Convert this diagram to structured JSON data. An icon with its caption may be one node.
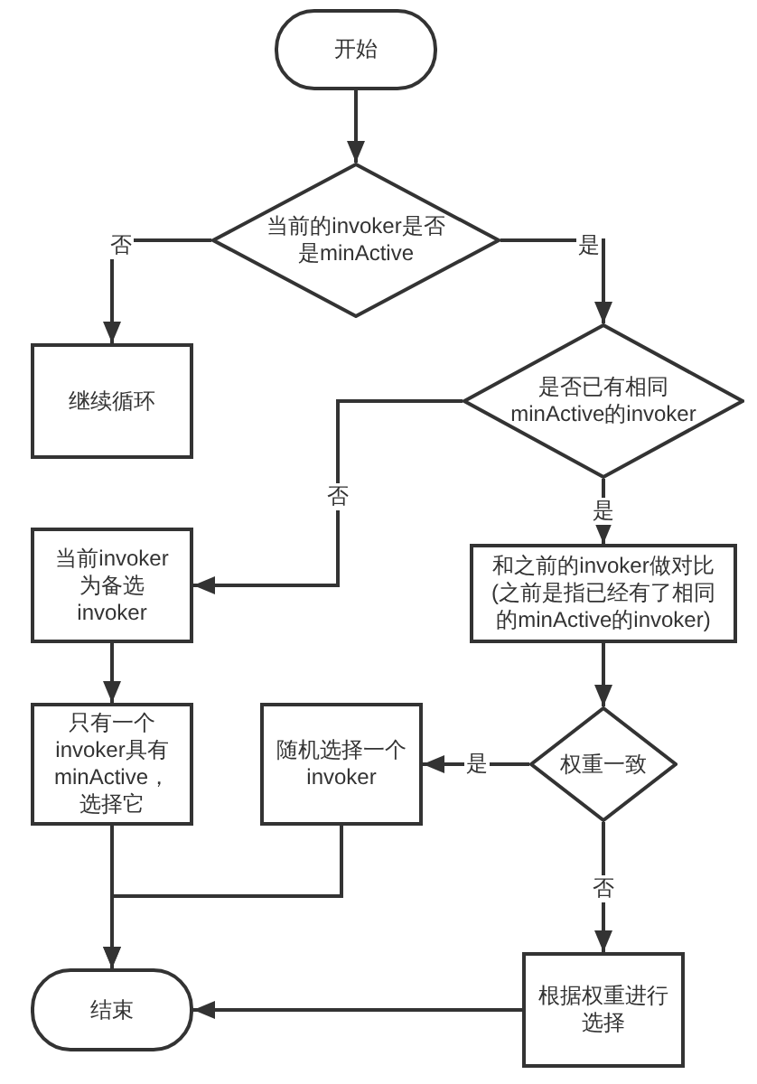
{
  "diagram": {
    "nodes": [
      {
        "text": [
          "开始"
        ]
      },
      {
        "text": [
          "当前的invoker是否是minActive"
        ]
      },
      {
        "text": [
          "继续循环"
        ]
      },
      {
        "text": [
          "是否已有相同minActive的invoker"
        ]
      },
      {
        "text": [
          "当前invoker为备选invoker"
        ]
      },
      {
        "text": [
          "和之前的invoker做对比(之前是指已经有了相同的minActive的invoker)"
        ]
      },
      {
        "text": [
          "只有一个invoker具有minActive，选择它"
        ]
      },
      {
        "text": [
          "随机选择一个invoker"
        ]
      },
      {
        "text": [
          "权重一致"
        ]
      },
      {
        "text": [
          "根据权重进行选择"
        ]
      },
      {
        "text": [
          "结束"
        ]
      }
    ],
    "edges": [
      {
        "from": 0,
        "to": 1,
        "arrow": "to"
      },
      {
        "from": 1,
        "to": 2,
        "arrow": "to",
        "label": "否"
      },
      {
        "from": 1,
        "to": 3,
        "arrow": "to",
        "label": "是"
      },
      {
        "from": 3,
        "to": 4,
        "arrow": "to",
        "label": "否"
      },
      {
        "from": 3,
        "to": 5,
        "arrow": "to",
        "label": "是"
      },
      {
        "from": 4,
        "to": 6,
        "arrow": "to"
      },
      {
        "from": 5,
        "to": 8,
        "arrow": "to"
      },
      {
        "from": 8,
        "to": 7,
        "arrow": "to",
        "label": "是"
      },
      {
        "from": 8,
        "to": 9,
        "arrow": "to",
        "label": "否"
      },
      {
        "from": 6,
        "to": 10,
        "arrow": "to"
      },
      {
        "from": 7,
        "to": 10,
        "arrow": "to"
      },
      {
        "from": 9,
        "to": 10,
        "arrow": "to"
      }
    ]
  }
}
